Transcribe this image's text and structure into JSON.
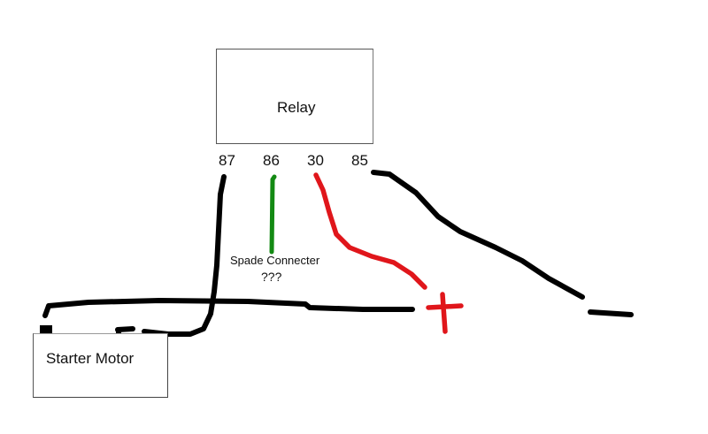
{
  "relay": {
    "label": "Relay"
  },
  "starter": {
    "label": "Starter Motor"
  },
  "pins": [
    "87",
    "86",
    "30",
    "85"
  ],
  "annotation": {
    "spade": "Spade Connecter",
    "question": "???"
  },
  "colors": {
    "wire_black": "#000000",
    "wire_green": "#138a13",
    "wire_red": "#e0161b",
    "box_border": "#555555"
  }
}
